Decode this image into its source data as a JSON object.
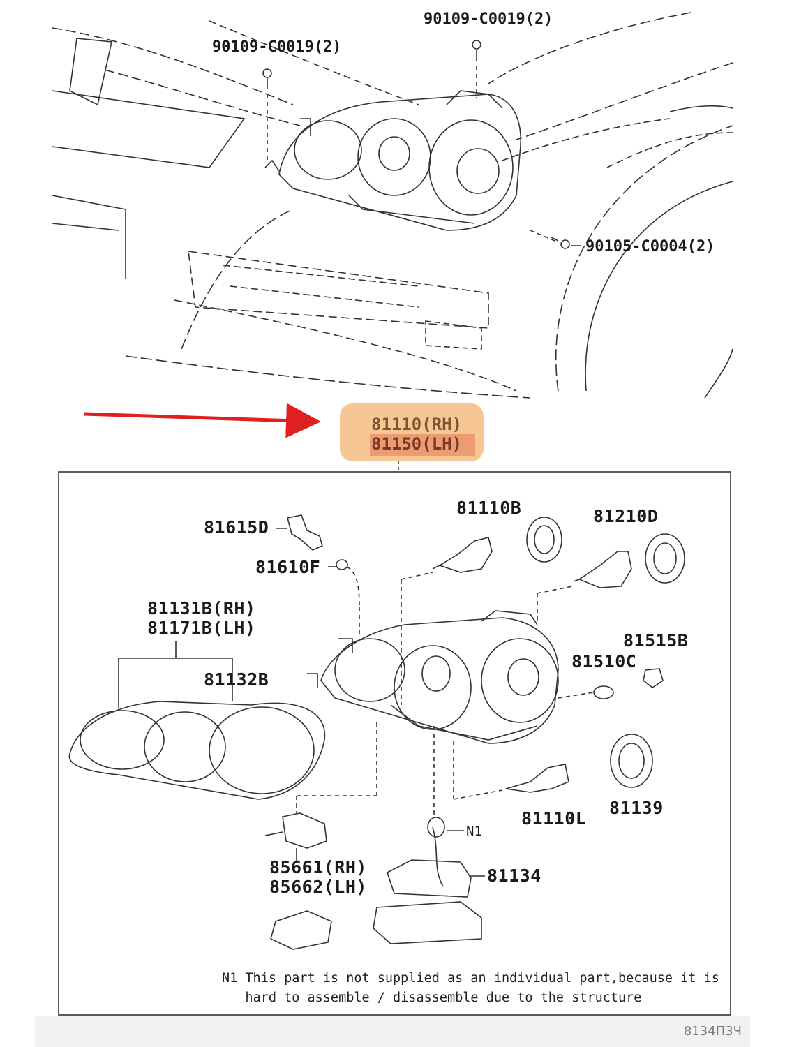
{
  "vehicle_labels": {
    "screw_left": "90109-C0019(2)",
    "screw_right": "90109-C0019(2)",
    "bolt_right": "90105-C0004(2)"
  },
  "assembly": {
    "rh": "81110(RH)",
    "lh": "81150(LH)",
    "highlight_color": "#f6c795",
    "arrow_color": "#e02020"
  },
  "parts": {
    "p81615D": "81615D",
    "p81610F": "81610F",
    "p81110B": "81110B",
    "p81210D": "81210D",
    "p81131B": "81131B(RH)",
    "p81171B": "81171B(LH)",
    "p81132B": "81132B",
    "p81515B": "81515B",
    "p81510C": "81510C",
    "p81110L": "81110L",
    "p81139": "81139",
    "n1": "N1",
    "p81134": "81134",
    "p85661": "85661(RH)",
    "p85662": "85662(LH)"
  },
  "note": {
    "line1": "N1 This part is not supplied as an individual part,because it is",
    "line2": "   hard to assemble / disassemble due to the structure"
  },
  "footer": {
    "code": "8134П3Ч"
  }
}
